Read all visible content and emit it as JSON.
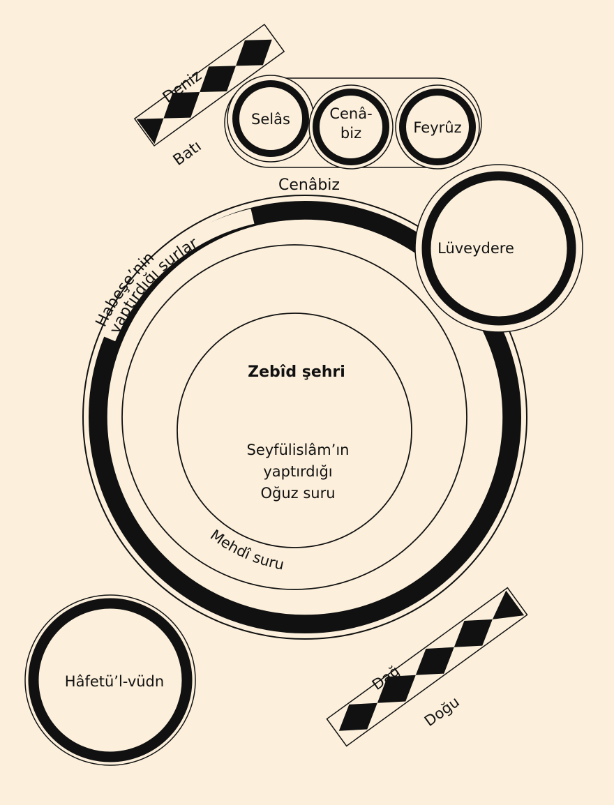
{
  "labels": {
    "deniz": "Deniz",
    "bati": "Batı",
    "selas": "Selâs",
    "cenabiz_small_1": "Cenâ-",
    "cenabiz_small_2": "biz",
    "feyruz": "Feyrûz",
    "cenabiz_arc": "Cenâbiz",
    "habese": "Habeşe’nin",
    "yaptirdigi_surlar": "yaptırdığı  surlar",
    "luveydere": "Lüveydere",
    "zebid": "Zebîd şehri",
    "oguz_1": "Seyfülislâm’ın",
    "oguz_2": "yaptırdığı",
    "oguz_3": "Oğuz suru",
    "mehdi": "Mehdî  suru",
    "hafetul": "Hâfetü’l-vüdn",
    "dag": "Dağ",
    "dogu": "Doğu"
  },
  "colors": {
    "background": "#fcf0dc",
    "ink": "#111111"
  }
}
